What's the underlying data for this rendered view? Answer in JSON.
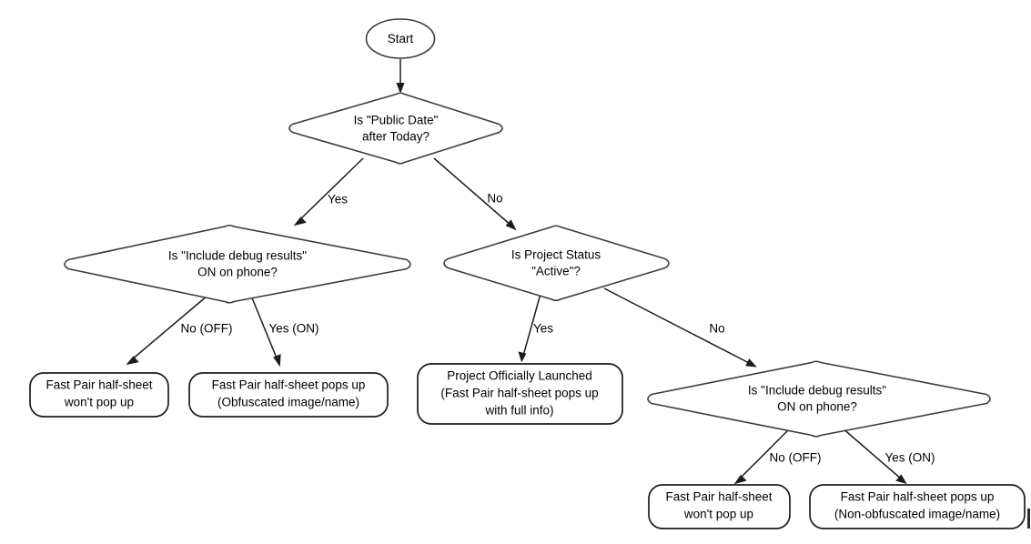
{
  "diagram": {
    "title": "Fast Pair half-sheet decision flow",
    "type": "flowchart",
    "colors": {
      "background": "#ffffff",
      "node_stroke": "#3b3b3b",
      "terminal_stroke": "#1c1c1c",
      "edge_stroke": "#1c1c1c",
      "text": "#000000"
    },
    "nodes": {
      "start": {
        "shape": "ellipse",
        "label": "Start"
      },
      "decision_public_date": {
        "shape": "diamond",
        "line1": "Is \"Public Date\"",
        "line2": "after Today?"
      },
      "decision_debug_left": {
        "shape": "diamond",
        "line1": "Is \"Include debug results\"",
        "line2": "ON on phone?"
      },
      "decision_project_status": {
        "shape": "diamond",
        "line1": "Is Project Status",
        "line2": "\"Active\"?"
      },
      "decision_debug_right": {
        "shape": "diamond",
        "line1": "Is \"Include debug results\"",
        "line2": "ON on phone?"
      },
      "terminal_no_popup_left": {
        "shape": "rounded-rect",
        "line1": "Fast Pair half-sheet",
        "line2": "won't pop up"
      },
      "terminal_obfuscated": {
        "shape": "rounded-rect",
        "line1": "Fast Pair half-sheet pops up",
        "line2": "(Obfuscated image/name)"
      },
      "terminal_launched": {
        "shape": "rounded-rect",
        "line1": "Project Officially Launched",
        "line2": "(Fast Pair half-sheet pops up",
        "line3": "with full info)"
      },
      "terminal_no_popup_right": {
        "shape": "rounded-rect",
        "line1": "Fast Pair half-sheet",
        "line2": "won't pop up"
      },
      "terminal_non_obfuscated": {
        "shape": "rounded-rect",
        "line1": "Fast Pair half-sheet pops up",
        "line2": "(Non-obfuscated image/name)"
      }
    },
    "edge_labels": {
      "public_date_yes": "Yes",
      "public_date_no": "No",
      "debug_left_no": "No (OFF)",
      "debug_left_yes": "Yes (ON)",
      "project_status_yes": "Yes",
      "project_status_no": "No",
      "debug_right_no": "No (OFF)",
      "debug_right_yes": "Yes (ON)"
    }
  }
}
